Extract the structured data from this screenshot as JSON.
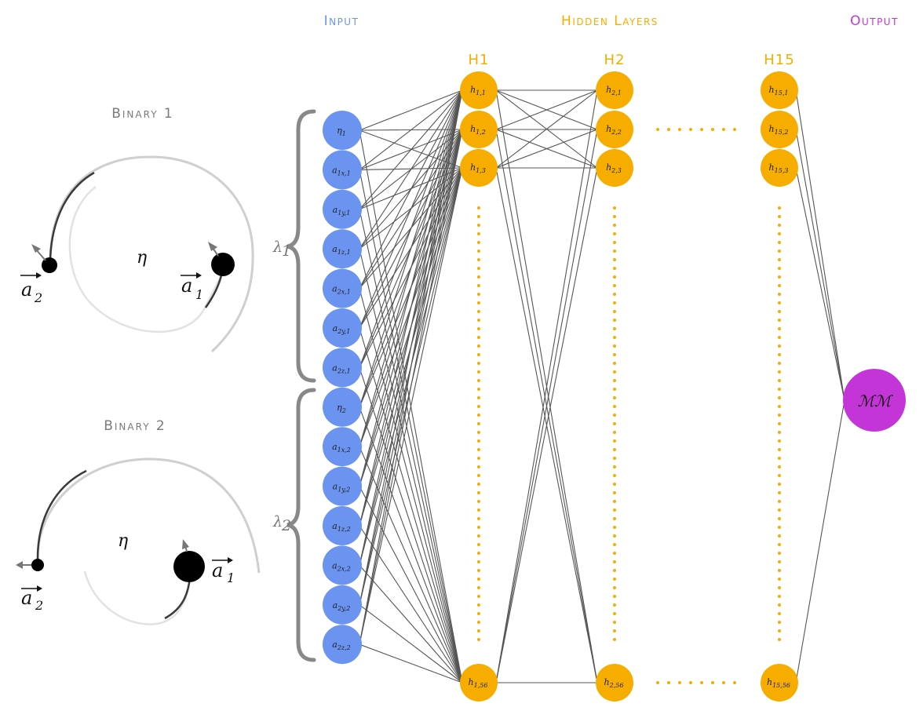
{
  "headers": {
    "input": "Input",
    "hidden": "Hidden Layers",
    "output": "Output"
  },
  "colors": {
    "input_header": "#6b93f0",
    "hidden_header": "#f6ad00",
    "output_header": "#c435d8",
    "input_node": "#6b93f0",
    "hidden_node": "#f6ad00",
    "output_node": "#c435d8",
    "edge": "#555555",
    "brace": "#888888"
  },
  "binaries": [
    {
      "title": "Binary 1",
      "eta": "η",
      "spin2": "a",
      "spin2_sub": "2",
      "spin1": "a",
      "spin1_sub": "1"
    },
    {
      "title": "Binary 2",
      "eta": "η",
      "spin2": "a",
      "spin2_sub": "2",
      "spin1": "a",
      "spin1_sub": "1"
    }
  ],
  "braces": [
    {
      "symbol": "λ",
      "sub": "1"
    },
    {
      "symbol": "λ",
      "sub": "2"
    }
  ],
  "input_nodes": [
    {
      "base": "η",
      "sub": "1"
    },
    {
      "base": "a",
      "sub": "1x,1"
    },
    {
      "base": "a",
      "sub": "1y,1"
    },
    {
      "base": "a",
      "sub": "1z,1"
    },
    {
      "base": "a",
      "sub": "2x,1"
    },
    {
      "base": "a",
      "sub": "2y,1"
    },
    {
      "base": "a",
      "sub": "2z,1"
    },
    {
      "base": "η",
      "sub": "2"
    },
    {
      "base": "a",
      "sub": "1x,2"
    },
    {
      "base": "a",
      "sub": "1y,2"
    },
    {
      "base": "a",
      "sub": "1z,2"
    },
    {
      "base": "a",
      "sub": "2x,2"
    },
    {
      "base": "a",
      "sub": "2y,2"
    },
    {
      "base": "a",
      "sub": "2z,2"
    }
  ],
  "hidden_layers": [
    {
      "title": "H1",
      "nodes": [
        {
          "base": "h",
          "sub": "1,1"
        },
        {
          "base": "h",
          "sub": "1,2"
        },
        {
          "base": "h",
          "sub": "1,3"
        },
        {
          "base": "h",
          "sub": "1,56"
        }
      ]
    },
    {
      "title": "H2",
      "nodes": [
        {
          "base": "h",
          "sub": "2,1"
        },
        {
          "base": "h",
          "sub": "2,2"
        },
        {
          "base": "h",
          "sub": "2,3"
        },
        {
          "base": "h",
          "sub": "2,56"
        }
      ]
    },
    {
      "title": "H15",
      "nodes": [
        {
          "base": "h",
          "sub": "15,1"
        },
        {
          "base": "h",
          "sub": "15,2"
        },
        {
          "base": "h",
          "sub": "15,3"
        },
        {
          "base": "h",
          "sub": "15,56"
        }
      ]
    }
  ],
  "output_node": {
    "label": "ℳℳ"
  }
}
